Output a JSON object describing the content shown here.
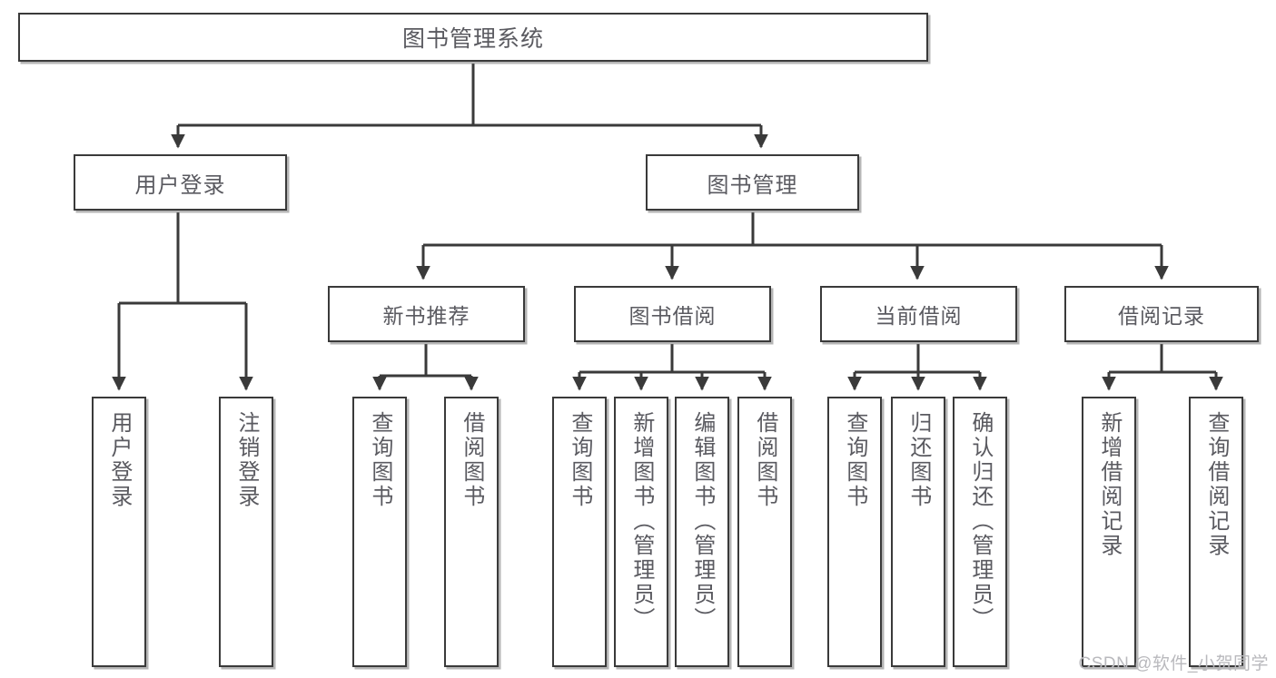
{
  "diagram": {
    "type": "tree-hierarchy-flowchart",
    "title": "图书管理系统",
    "colors": {
      "background": "#ffffff",
      "box_border": "#3a3a3a",
      "box_fill": "#ffffff",
      "text": "#55555a",
      "connector": "#3a3a3a",
      "shadow": "#8a8a8a",
      "watermark": "#b9b9bd"
    },
    "watermark": "CSDN @软件_小贺同学",
    "nodes": {
      "root": {
        "label": "图书管理系统"
      },
      "level2": [
        {
          "id": "user-login",
          "label": "用户登录"
        },
        {
          "id": "book-manage",
          "label": "图书管理"
        }
      ],
      "level3": [
        {
          "id": "new-book-recommend",
          "label": "新书推荐"
        },
        {
          "id": "book-borrow",
          "label": "图书借阅"
        },
        {
          "id": "current-borrow",
          "label": "当前借阅"
        },
        {
          "id": "borrow-record",
          "label": "借阅记录"
        }
      ],
      "leaves": {
        "user-login": [
          {
            "id": "leaf-user-login",
            "label": "用户登录"
          },
          {
            "id": "leaf-user-logout",
            "label": "注销登录"
          }
        ],
        "new-book-recommend": [
          {
            "id": "leaf-query-book-1",
            "label": "查询图书"
          },
          {
            "id": "leaf-borrow-book-1",
            "label": "借阅图书"
          }
        ],
        "book-borrow": [
          {
            "id": "leaf-query-book-2",
            "label": "查询图书"
          },
          {
            "id": "leaf-add-book",
            "label": "新增图书（管理员）"
          },
          {
            "id": "leaf-edit-book",
            "label": "编辑图书（管理员）"
          },
          {
            "id": "leaf-borrow-book-2",
            "label": "借阅图书"
          }
        ],
        "current-borrow": [
          {
            "id": "leaf-query-book-3",
            "label": "查询图书"
          },
          {
            "id": "leaf-return-book",
            "label": "归还图书"
          },
          {
            "id": "leaf-confirm-return",
            "label": "确认归还（管理员）"
          }
        ],
        "borrow-record": [
          {
            "id": "leaf-add-record",
            "label": "新增借阅记录"
          },
          {
            "id": "leaf-query-record",
            "label": "查询借阅记录"
          }
        ]
      }
    }
  }
}
